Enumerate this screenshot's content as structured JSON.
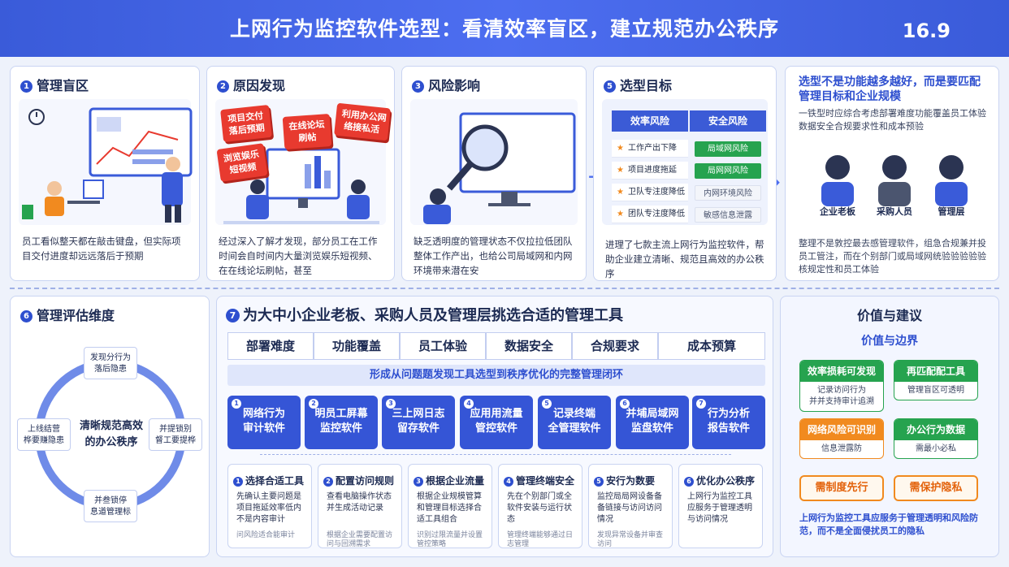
{
  "header": {
    "title": "上网行为监控软件选型：看清效率盲区，建立规范办公秩序",
    "number": "16.9"
  },
  "colors": {
    "primary": "#3a5bd9",
    "accent_red": "#e83a2f",
    "green": "#26a34f",
    "orange": "#f18a1f"
  },
  "top_panels": [
    {
      "num": "1",
      "title": "管理盲区",
      "desc": "员工看似整天都在敲击键盘，但实际项目交付进度却远远落后于预期"
    },
    {
      "num": "2",
      "title": "原因发现",
      "desc": "经过深入了解才发现，部分员工在工作时间会自时间内大量浏览娱乐短视频、在在线论坛刷帖，甚至",
      "tags": [
        "项目交付\n落后预期",
        "在线论坛\n刷帖",
        "利用办公网\n络接私活",
        "浏览娱乐\n短视频"
      ]
    },
    {
      "num": "3",
      "title": "风险影响",
      "desc": "缺乏透明度的管理状态不仅拉拉低团队整体工作产出，也给公司局域网和内网环境带来潜在安"
    },
    {
      "num": "5",
      "title": "选型目标",
      "desc": "进理了七款主流上网行为监控软件，帮助企业建立清晰、规范且高效的办公秩序",
      "table": {
        "headers": [
          "效率风险",
          "安全风险"
        ],
        "rows": [
          {
            "left": "工作产出下降",
            "right": "局域网风险"
          },
          {
            "left": "项目进度拖延",
            "right": "局网网风险"
          },
          {
            "left": "卫队专注度降低",
            "right": "内网环境风险"
          },
          {
            "left": "团队专注度降低",
            "right": "敏感信息泄露"
          }
        ]
      }
    }
  ],
  "target_panel": {
    "title": "选型不是功能越多越好，而是要匹配管理目标和企业规模",
    "subtitle": "一铁型时应综合考虑部署难度功能覆盖员工体验数据安全合规要求性和成本预验",
    "persons": [
      "企业老板",
      "采购人员",
      "管理层"
    ],
    "desc": "整理不是敦控最去感管理软件，组急合规兼并投员工管注，而在个别部门或局域网统验验验验验核规定性和员工体验"
  },
  "eval_panel": {
    "num": "6",
    "title": "管理评估维度",
    "center": "清晰规范高效的办公秩序",
    "nodes": [
      "发现分行为\n落后隐患",
      "并提锁别\n督工要提桦",
      "并叁锁停\n息道管理标",
      "上线结营\n桦要赚隐患"
    ]
  },
  "main": {
    "num": "7",
    "title": "为大中小企业老板、采购人员及管理层挑选合适的管理工具",
    "dimensions": [
      "部署难度",
      "功能覆盖",
      "员工体验",
      "数据安全",
      "合规要求",
      "成本预算"
    ],
    "banner": "形成从问题题发现工具选型到秩序优化的完整管理闭环",
    "tools": [
      {
        "num": "1",
        "name": "网络行为\n审计软件"
      },
      {
        "num": "2",
        "name": "明员工屏幕\n监控软件"
      },
      {
        "num": "3",
        "name": "三上网日志\n留存软件"
      },
      {
        "num": "4",
        "name": "应用用流量\n管控软件"
      },
      {
        "num": "5",
        "name": "记录终端\n全管理软件"
      },
      {
        "num": "6",
        "name": "并埔局域网\n监盘软件"
      },
      {
        "num": "7",
        "name": "行为分析\n报告软件"
      }
    ],
    "steps": [
      {
        "num": "1",
        "title": "选择合适工具",
        "desc": "先确认主要问题是项目拖延效率低内不是内容审计",
        "foot": "问风险适合能审计"
      },
      {
        "num": "2",
        "title": "配置访问规则",
        "desc": "查看电脑操作状态并生成活动记录",
        "foot": "根据企业需要配置访问与回溯需求"
      },
      {
        "num": "3",
        "title": "根据企业流量",
        "desc": "根据企业规模管算和管理目标选择合适工具组合",
        "foot": "识别过限流量并设置管控策略"
      },
      {
        "num": "4",
        "title": "管理终端安全",
        "desc": "先在个别部门或全软件安装与运行状态",
        "foot": "管理终端能够通过日志管理"
      },
      {
        "num": "5",
        "title": "安行为数要",
        "desc": "监控局局网设备备备链接与访问访问情况",
        "foot": "发现异常设备并审查访问"
      },
      {
        "num": "6",
        "title": "优化办公秩序",
        "desc": "上网行为监控工具应服务于管理透明与访问情况",
        "foot": ""
      }
    ]
  },
  "value_panel": {
    "title": "价值与建议",
    "subtitle": "价值与边界",
    "cards": [
      {
        "title": "效率损耗可发现",
        "body": "记录访问行为\n并并支持审计追溯",
        "color": "#26a34f"
      },
      {
        "title": "再匹配配工具",
        "body": "管理盲区可透明",
        "color": "#26a34f"
      },
      {
        "title": "网络风险可识别",
        "body": "信息泄露防",
        "color": "#f18a1f"
      },
      {
        "title": "办公行为数据",
        "body": "需最小必私",
        "color": "#26a34f"
      }
    ],
    "buttons": [
      "需制度先行",
      "需保护隐私"
    ],
    "footer": "上网行为监控工具应服务于管理透明和风险防范，而不是全面侵扰员工的隐私"
  }
}
